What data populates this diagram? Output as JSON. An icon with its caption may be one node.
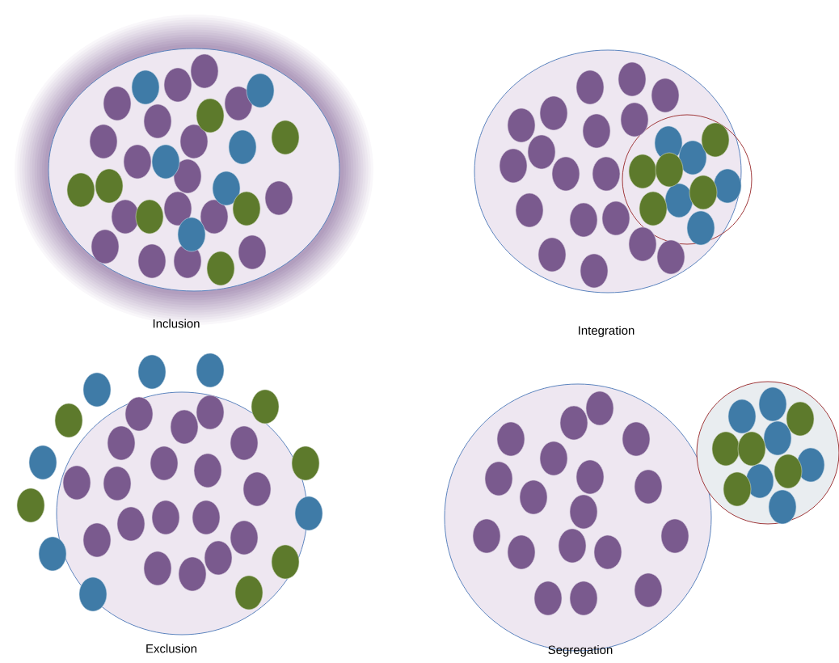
{
  "diagram": {
    "nodes": [
      {
        "text": [
          "Inclusion"
        ]
      },
      {
        "text": [
          "Integration"
        ]
      },
      {
        "text": [
          "Exclusion"
        ]
      },
      {
        "text": [
          "Segregation"
        ]
      },
      {
        "text": [],
        "shape": "circle"
      },
      {
        "text": [],
        "shape": "circle"
      }
    ]
  }
}
